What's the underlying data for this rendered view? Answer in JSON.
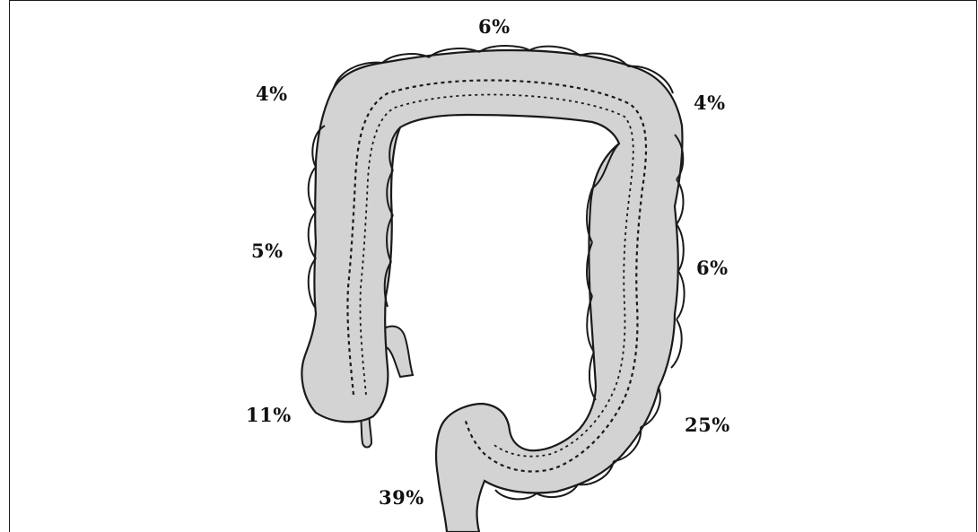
{
  "diagram": {
    "fill_color": "#d3d3d3",
    "outline_color": "#1a1a1a",
    "segments": [
      {
        "id": "transverse",
        "label": "6%"
      },
      {
        "id": "hepatic_flexure",
        "label": "4%"
      },
      {
        "id": "splenic_flexure",
        "label": "4%"
      },
      {
        "id": "ascending",
        "label": "5%"
      },
      {
        "id": "descending",
        "label": "6%"
      },
      {
        "id": "cecum",
        "label": "11%"
      },
      {
        "id": "sigmoid",
        "label": "25%"
      },
      {
        "id": "rectum",
        "label": "39%"
      }
    ]
  }
}
